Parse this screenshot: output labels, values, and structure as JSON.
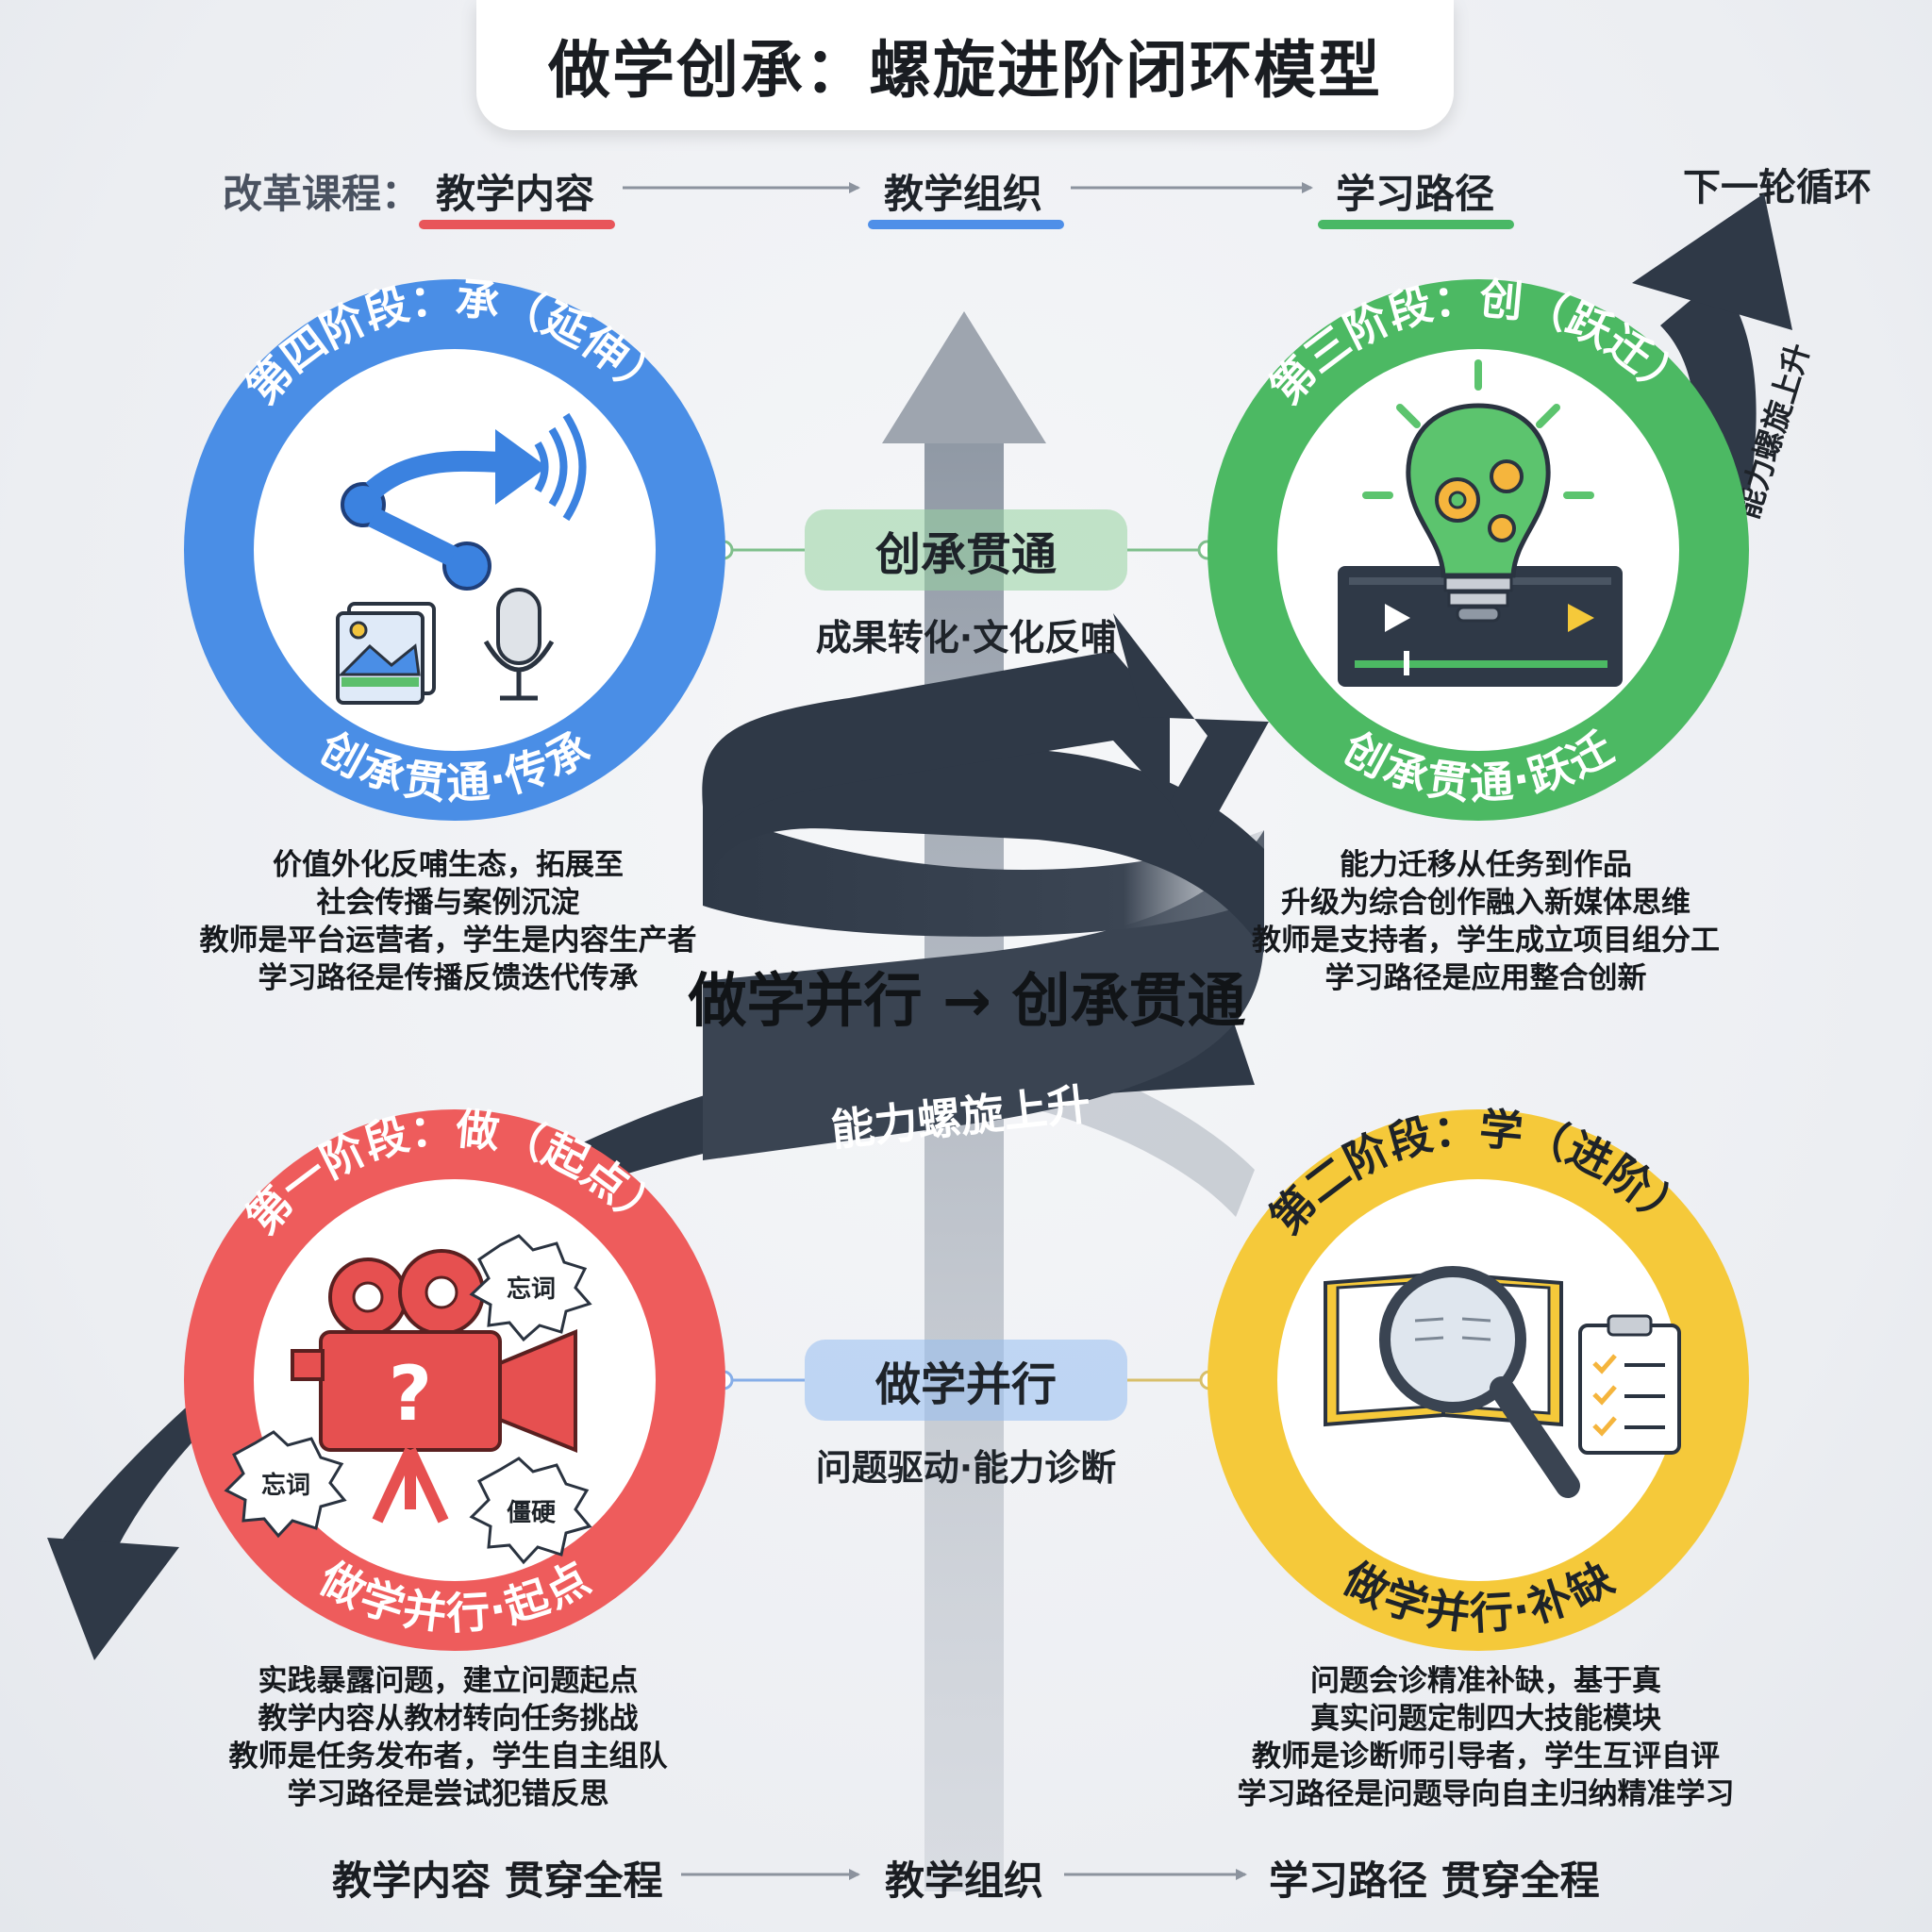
{
  "title": "做学创承：螺旋进阶闭环模型",
  "header": {
    "label": "改革课程：",
    "items": [
      "教学内容",
      "教学组织",
      "学习路径"
    ],
    "next_cycle": "下一轮循环",
    "colors": [
      "#e8555a",
      "#4f8fe8",
      "#49b865"
    ]
  },
  "side_arrow_label": "能力螺旋上升",
  "center": {
    "top_pill": "创承贯通",
    "top_sub": "成果转化·文化反哺",
    "middle_title": "做学并行 → 创承贯通",
    "spiral_label": "能力螺旋上升",
    "bottom_pill": "做学并行",
    "bottom_sub": "问题驱动·能力诊断"
  },
  "stages": {
    "stage4": {
      "title": "第四阶段：承（延伸）",
      "ring_bottom": "创承贯通·传承",
      "color": "#4a8ee6",
      "icon": "share-broadcast-icon",
      "desc": [
        "价值外化反哺生态，拓展至",
        "社会传播与案例沉淀",
        "教师是平台运营者，学生是内容生产者",
        "学习路径是传播反馈迭代传承"
      ]
    },
    "stage3": {
      "title": "第三阶段：创（跃迁）",
      "ring_bottom": "创承贯通·跃迁",
      "color": "#4cb963",
      "icon": "lightbulb-gears-icon",
      "desc": [
        "能力迁移从任务到作品",
        "升级为综合创作融入新媒体思维",
        "教师是支持者，学生成立项目组分工",
        "学习路径是应用整合创新"
      ]
    },
    "stage1": {
      "title": "第一阶段：做（起点）",
      "ring_bottom": "做学并行·起点",
      "color": "#ee5c5c",
      "icon": "video-camera-icon",
      "bubbles": [
        "忘词",
        "忘词",
        "僵硬"
      ],
      "desc": [
        "实践暴露问题，建立问题起点",
        "教学内容从教材转向任务挑战",
        "教师是任务发布者，学生自主组队",
        "学习路径是尝试犯错反思"
      ]
    },
    "stage2": {
      "title": "第二阶段：学（进阶）",
      "ring_bottom": "做学并行·补缺",
      "color": "#f5c93a",
      "icon": "magnifier-book-icon",
      "desc": [
        "问题会诊精准补缺，基于真",
        "真实问题定制四大技能模块",
        "教师是诊断师引导者，学生互评自评",
        "学习路径是问题导向自主归纳精准学习"
      ]
    }
  },
  "footer": {
    "items": [
      "教学内容 贯穿全程",
      "教学组织",
      "学习路径 贯穿全程"
    ]
  }
}
